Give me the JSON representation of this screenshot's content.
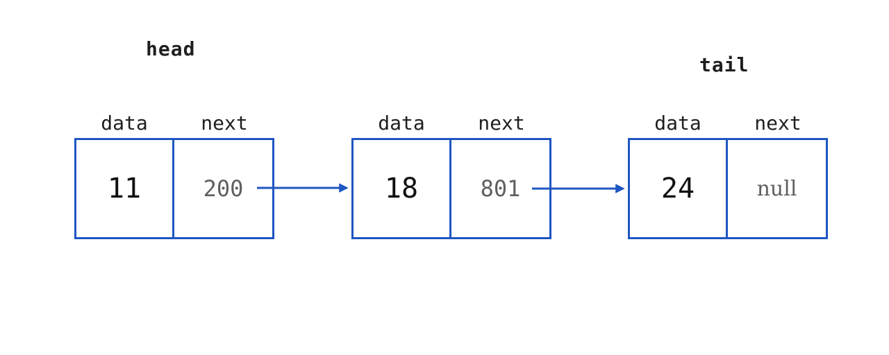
{
  "diagram": {
    "type": "singly-linked-list",
    "head_label": "head",
    "tail_label": "tail",
    "nodes": [
      {
        "data_label": "data",
        "next_label": "next",
        "data_value": "11",
        "next_value": "200"
      },
      {
        "data_label": "data",
        "next_label": "next",
        "data_value": "18",
        "next_value": "801"
      },
      {
        "data_label": "data",
        "next_label": "next",
        "data_value": "24",
        "next_value": "null"
      }
    ],
    "arrows": [
      {
        "from_node": 1,
        "to_node": 2
      },
      {
        "from_node": 2,
        "to_node": 3
      }
    ],
    "colors": {
      "box_border": "#1e56c2",
      "arrow": "#1e56c2",
      "data_value_text": "#111111",
      "next_value_text": "#5f5f5f",
      "label_text": "#1f1f1f",
      "background": "#ffffff"
    }
  }
}
